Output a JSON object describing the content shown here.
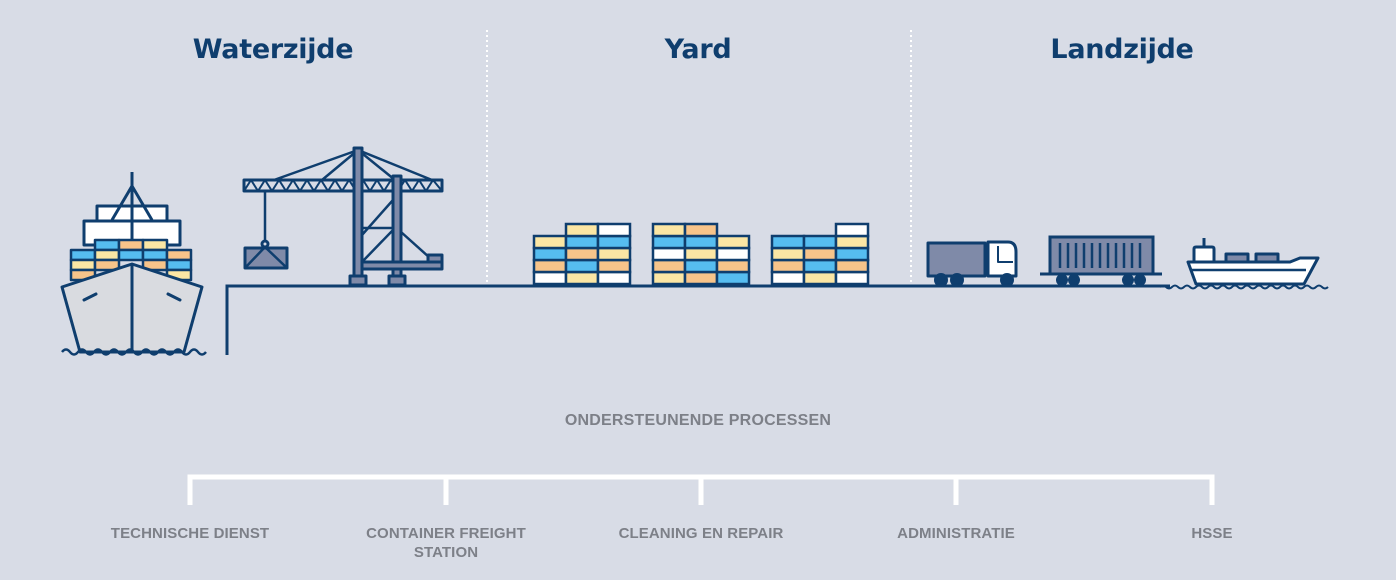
{
  "zones": [
    {
      "id": "waterzijde",
      "label": "Waterzijde"
    },
    {
      "id": "yard",
      "label": "Yard"
    },
    {
      "id": "landzijde",
      "label": "Landzijde"
    }
  ],
  "illustrations": [
    {
      "zone": "waterzijde",
      "icon": "container-ship-icon"
    },
    {
      "zone": "waterzijde",
      "icon": "quay-crane-icon"
    },
    {
      "zone": "yard",
      "icon": "container-stack-icon",
      "count": 3
    },
    {
      "zone": "landzijde",
      "icon": "truck-icon"
    },
    {
      "zone": "landzijde",
      "icon": "rail-wagon-icon"
    },
    {
      "zone": "landzijde",
      "icon": "barge-icon"
    }
  ],
  "supporting_processes": {
    "title": "ONDERSTEUNENDE PROCESSEN",
    "items": [
      {
        "label": "TECHNISCHE DIENST"
      },
      {
        "label": "CONTAINER FREIGHT\nSTATION"
      },
      {
        "label": "CLEANING EN REPAIR"
      },
      {
        "label": "ADMINISTRATIE"
      },
      {
        "label": "HSSE"
      }
    ]
  },
  "colors": {
    "background": "#d8dce6",
    "navy": "#0f3e6e",
    "steel": "#7f8aa8",
    "container_blue": "#56bdf0",
    "container_orange": "#f7c48a",
    "container_yellow": "#fbe6a4",
    "container_white": "#ffffff",
    "hull": "#d9dbe0",
    "label_gray": "#7d8088",
    "divider": "#ffffff"
  }
}
